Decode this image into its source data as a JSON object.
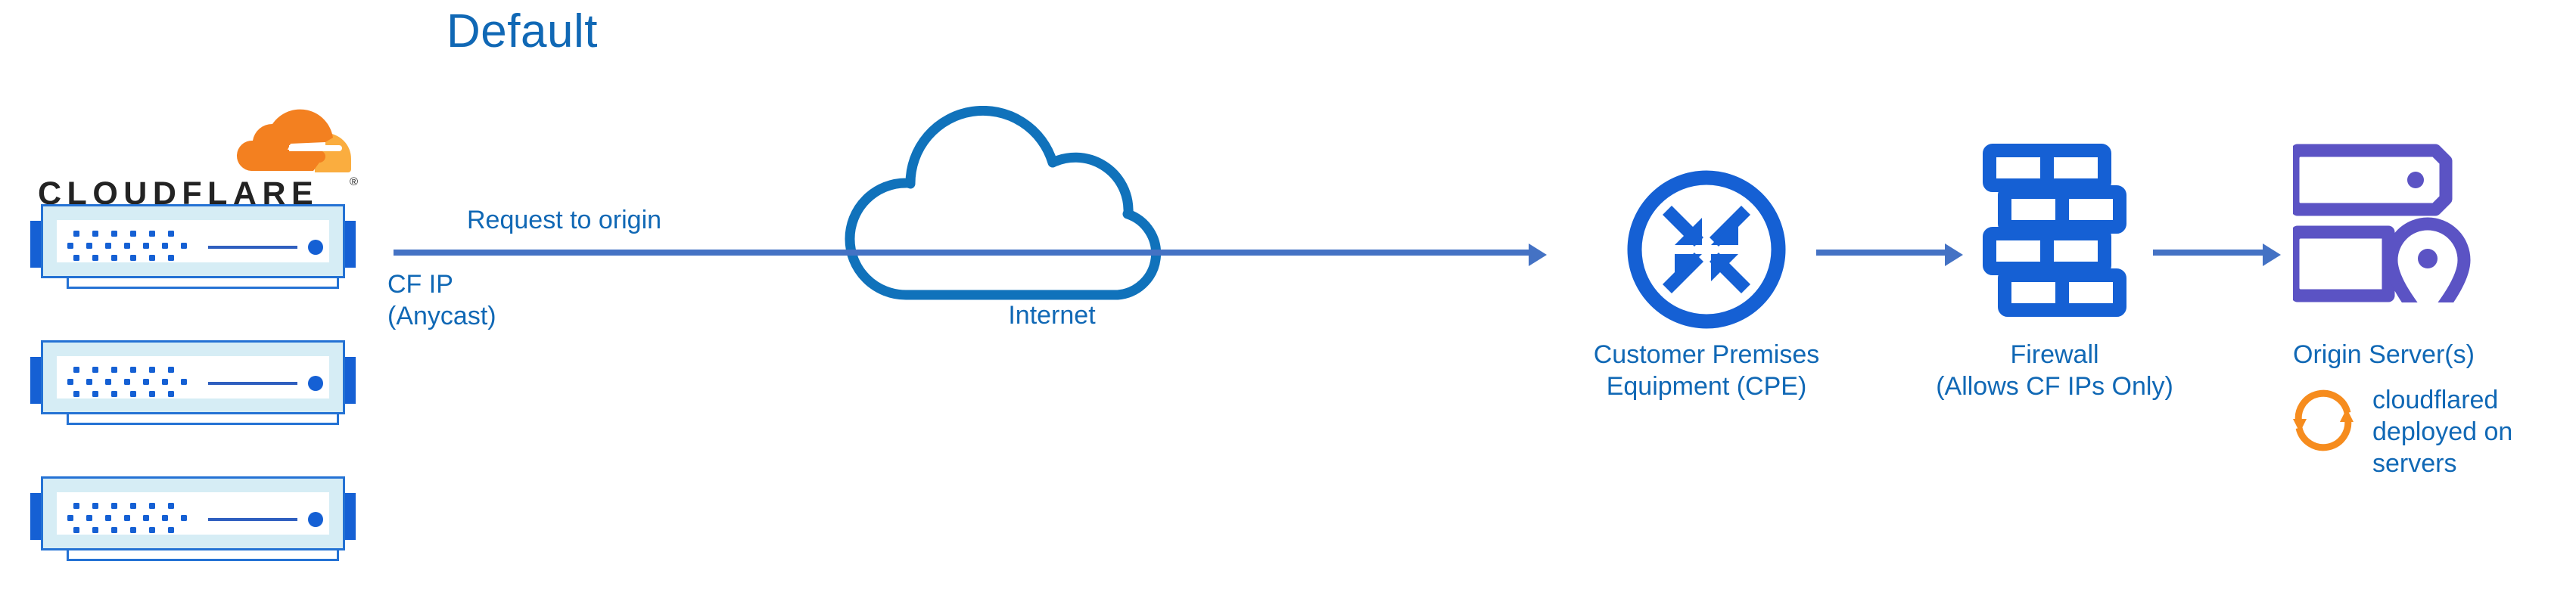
{
  "title": "Default",
  "colors": {
    "title_blue": "#1068b5",
    "label_blue": "#1068b5",
    "node_blue": "#1560d4",
    "arrow_blue": "#4472c4",
    "origin_purple": "#5b53c4",
    "cloudflare_orange": "#f38020",
    "cloudflare_orange_light": "#faad3f",
    "cloud_outline": "#1072bb",
    "rack_frame": "#2472d4",
    "rack_chassis": "#d6edf5"
  },
  "logo": {
    "wordmark": "CLOUDFLARE",
    "registered": "®",
    "mark_name": "cloudflare-cloud-mark"
  },
  "racks": [
    {
      "name": "cloudflare-edge-server-1"
    },
    {
      "name": "cloudflare-edge-server-2"
    },
    {
      "name": "cloudflare-edge-server-3"
    }
  ],
  "flow": {
    "request_label": "Request to origin",
    "cf_ip_label": "CF IP\n(Anycast)"
  },
  "internet": {
    "label": "Internet"
  },
  "nodes": [
    {
      "id": "cpe",
      "icon": "router-icon",
      "label": "Customer Premises\nEquipment (CPE)"
    },
    {
      "id": "firewall",
      "icon": "brick-wall-icon",
      "label": "Firewall\n(Allows CF IPs Only)"
    },
    {
      "id": "origin",
      "icon": "server-location-icon",
      "label": "Origin Server(s)"
    }
  ],
  "cloudflared": {
    "icon": "sync-refresh-icon",
    "label": "cloudflared\ndeployed on\nservers"
  }
}
